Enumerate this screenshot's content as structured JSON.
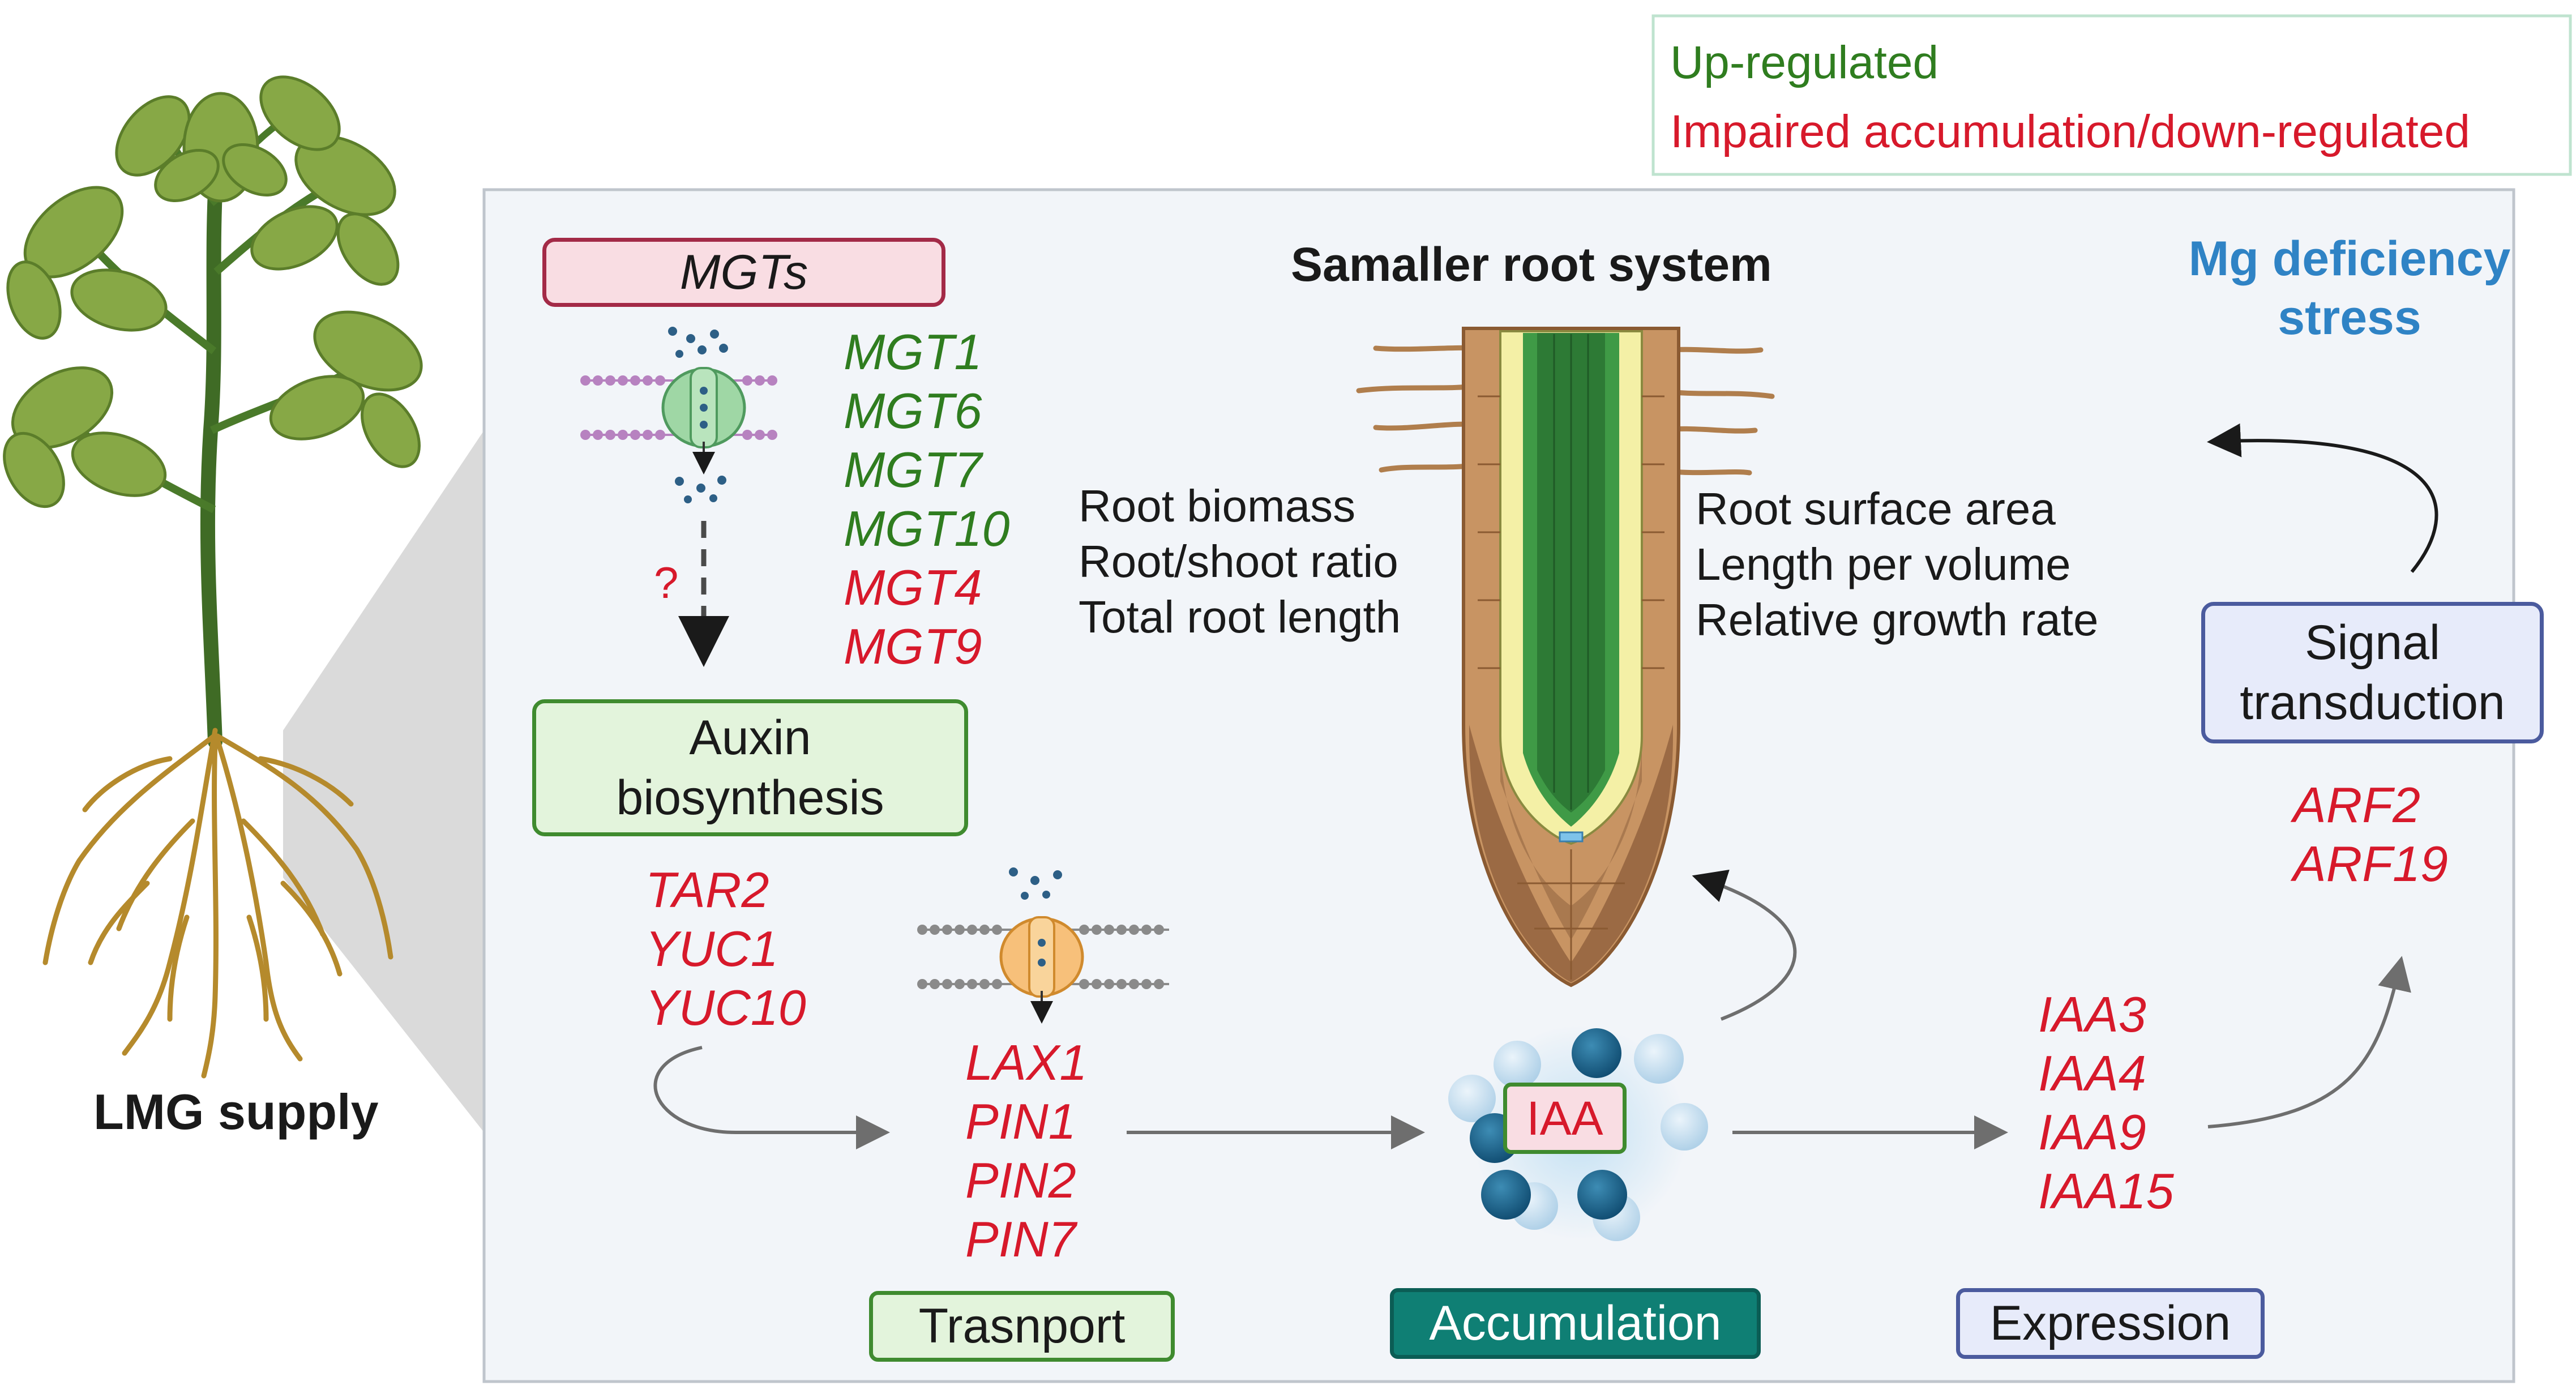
{
  "legend": {
    "up_label": "Up-regulated",
    "down_label": "Impaired accumulation/down-regulated"
  },
  "plant": {
    "caption": "LMG supply"
  },
  "root": {
    "title": "Samaller root system",
    "left_traits": [
      "Root biomass",
      "Root/shoot ratio",
      "Total root length"
    ],
    "right_traits": [
      "Root surface area",
      "Length per volume",
      "Relative growth rate"
    ]
  },
  "stress": {
    "label_line1": "Mg deficiency",
    "label_line2": "stress"
  },
  "mgts": {
    "box_label": "MGTs",
    "question_mark": "?",
    "up_genes": [
      "MGT1",
      "MGT6",
      "MGT7",
      "MGT10"
    ],
    "down_genes": [
      "MGT4",
      "MGT9"
    ]
  },
  "auxin": {
    "box_line1": "Auxin",
    "box_line2": "biosynthesis",
    "genes": [
      "TAR2",
      "YUC1",
      "YUC10"
    ]
  },
  "transport": {
    "box_label": "Trasnport",
    "genes": [
      "LAX1",
      "PIN1",
      "PIN2",
      "PIN7"
    ]
  },
  "accumulation": {
    "box_label": "Accumulation",
    "center_label": "IAA"
  },
  "expression": {
    "box_label": "Expression",
    "genes": [
      "IAA3",
      "IAA4",
      "IAA9",
      "IAA15"
    ]
  },
  "signal": {
    "box_line1": "Signal",
    "box_line2": "transduction",
    "genes": [
      "ARF2",
      "ARF19"
    ]
  },
  "colors": {
    "up": "#2f7d1f",
    "down": "#d7192b",
    "stress_blue": "#2f83c5",
    "panel_bg": "#f2f5f9",
    "green_box_border": "#3f8b2f",
    "green_box_fill": "#e3f4dc",
    "pink_box_border": "#a32a47",
    "pink_box_fill": "#f9dde3",
    "teal_box_fill": "#0f7f74",
    "blue_box_border": "#4b5b9e",
    "blue_box_fill": "#e7ebfa"
  },
  "icons": [
    "plant-icon",
    "channel-protein-icon",
    "auxin-carrier-icon",
    "root-tip-icon",
    "iaa-molecule-cluster-icon"
  ]
}
